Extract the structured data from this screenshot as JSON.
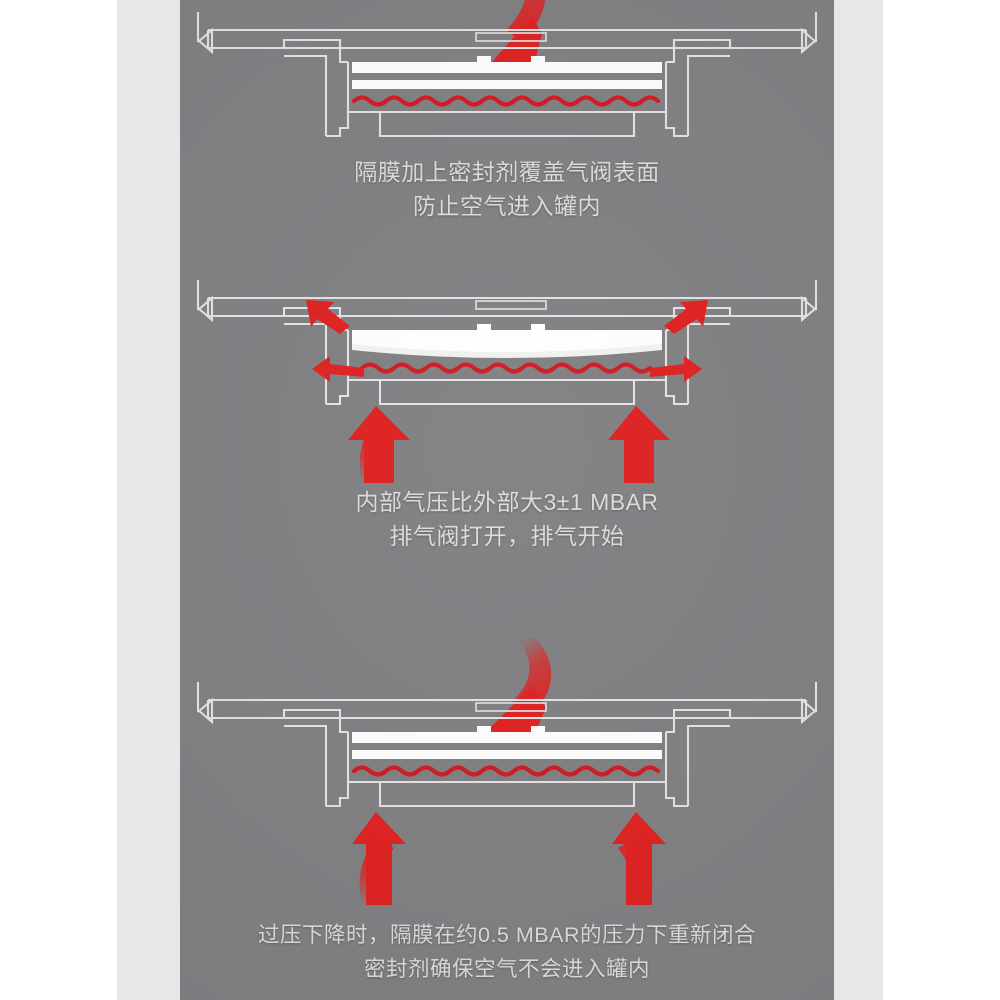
{
  "background": {
    "page_color": "#ffffff",
    "gutter_color": "#e6e7e8",
    "stage_color": "#808083"
  },
  "accent": {
    "red": "#d51a1a",
    "arrow_red": "#e02020",
    "sealant_red": "#cf1a1f",
    "line_white": "#e3e3e4",
    "text_gray": "#dcdcdd"
  },
  "diagram": {
    "title_implied": "one-way degassing valve operation",
    "panels": [
      {
        "id": "panel-1",
        "state": "closed-sealed",
        "icon_names": [
          "down-arrow-icon",
          "valve-cross-section-icon",
          "sealant-wave-icon"
        ],
        "caption": {
          "line1": "隔膜加上密封剂覆盖气阀表面",
          "line2": "防止空气进入罐内"
        }
      },
      {
        "id": "panel-2",
        "state": "open-venting",
        "icon_names": [
          "up-arrow-icon",
          "outward-arrow-icon",
          "valve-cross-section-icon",
          "sealant-wave-icon"
        ],
        "caption": {
          "line1": "内部气压比外部大3±1 MBAR",
          "line2": "排气阀打开，排气开始"
        }
      },
      {
        "id": "panel-3",
        "state": "reclosing",
        "icon_names": [
          "down-arrow-icon",
          "up-arrow-icon",
          "valve-cross-section-icon",
          "sealant-wave-icon"
        ],
        "caption": {
          "line1": "过压下降时，隔膜在约0.5 MBAR的压力下重新闭合",
          "line2": "密封剂确保空气不会进入罐内"
        }
      }
    ],
    "values": {
      "open_pressure": "3±1 MBAR",
      "close_pressure": "0.5 MBAR"
    }
  }
}
